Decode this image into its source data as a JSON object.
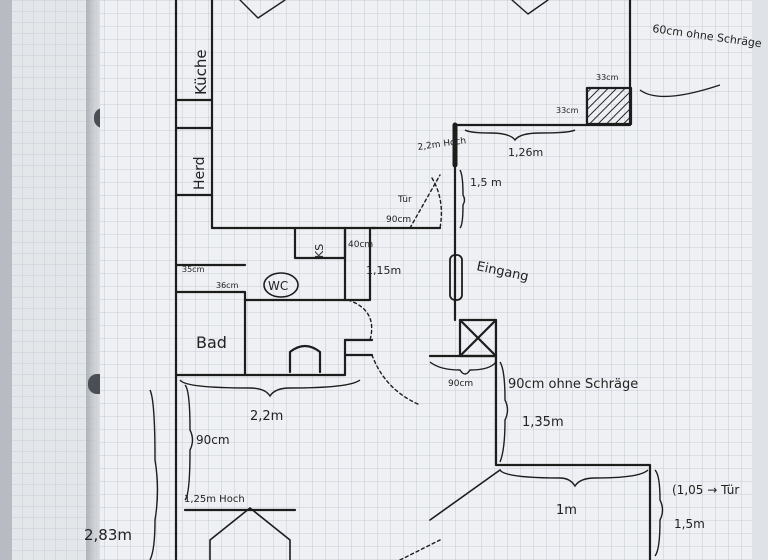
{
  "photo": {
    "subject": "Handwritten apartment floor plan sketch on squared paper",
    "labels": {
      "kueche": "Küche",
      "herd": "Herd",
      "bad": "Bad",
      "wc": "WC",
      "ks": "KS",
      "eingang": "Eingang",
      "tuer": "Tür",
      "hoch_22": "2,2m Hoch",
      "hoch_125": "1,25m Hoch",
      "schraege_60": "60cm ohne Schräge",
      "schraege_90": "90cm ohne Schräge",
      "tuer_105": "(1,05 → Tür"
    },
    "measurements": {
      "m_33a": "33cm",
      "m_33b": "33cm",
      "m_126": "1,26m",
      "m_15a": "1,5 m",
      "m_90door": "90cm",
      "m_40": "40cm",
      "m_115": "1,15m",
      "m_35": "35cm",
      "m_36": "36cm",
      "m_22": "2,2m",
      "m_90a": "90cm",
      "m_90b": "90cm",
      "m_135": "1,35m",
      "m_1": "1m",
      "m_15b": "1,5m",
      "m_283": "2,83m"
    },
    "colors": {
      "paper": "#eef0f3",
      "grid": "#b9c3cf",
      "ink": "#1d1d1d",
      "table": "#cfd2d6"
    }
  }
}
